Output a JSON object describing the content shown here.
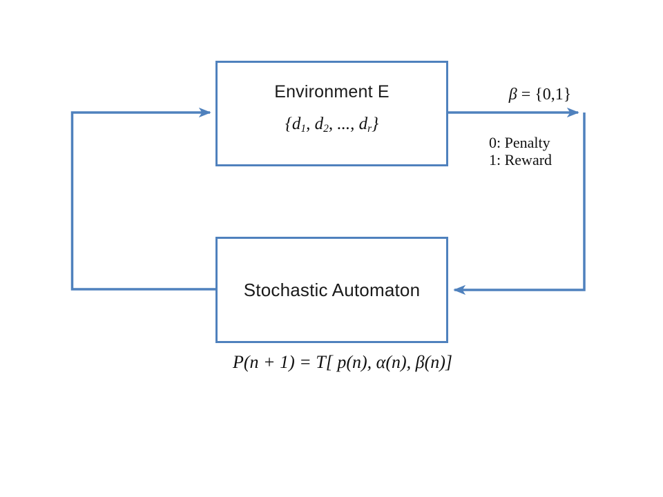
{
  "colors": {
    "accent": "#4F81BD"
  },
  "environment": {
    "title": "Environment E",
    "set": {
      "p1": "{d",
      "s1": "1",
      "p2": ", d",
      "s2": "2",
      "p3": ", ..., d",
      "s3": "r",
      "p4": "}"
    }
  },
  "automaton": {
    "title": "Stochastic Automaton"
  },
  "beta_label": {
    "symbol": "β",
    "rest": " = {0,1}"
  },
  "legend": {
    "penalty": "0: Penalty",
    "reward": "1: Reward"
  },
  "update_formula": {
    "text": "P(n + 1) = T[ p(n), α(n), β(n)]"
  }
}
